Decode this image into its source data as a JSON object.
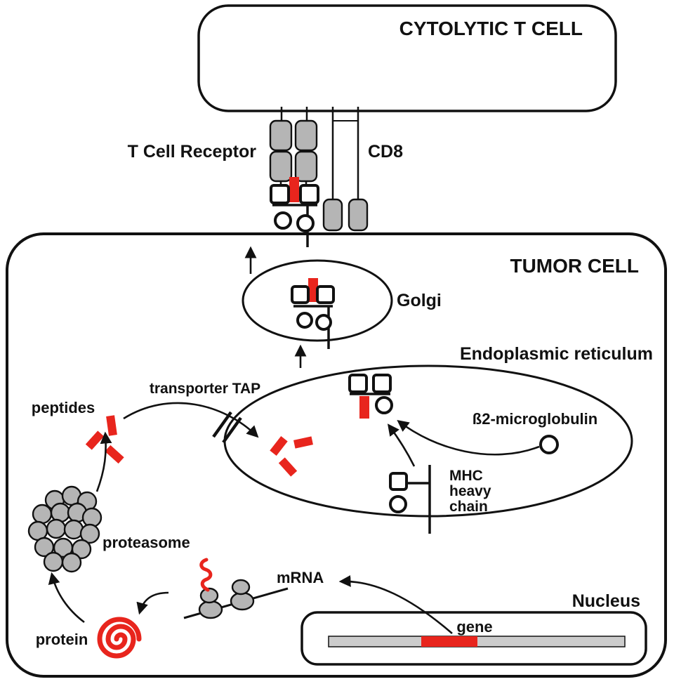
{
  "colors": {
    "red": "#e8251d",
    "gray": "#b5b5b5",
    "light_gray": "#cccccc",
    "ink": "#111111"
  },
  "labels": {
    "cytolytic_t_cell": "CYTOLYTIC T CELL",
    "t_cell_receptor": "T Cell Receptor",
    "cd8": "CD8",
    "tumor_cell": "TUMOR CELL",
    "golgi": "Golgi",
    "endoplasmic_reticulum": "Endoplasmic reticulum",
    "transporter_tap": "transporter TAP",
    "peptides": "peptides",
    "beta2_microglobulin": "ß2-microglobulin",
    "mhc_heavy_chain": [
      "MHC",
      "heavy",
      "chain"
    ],
    "proteasome": "proteasome",
    "mrna": "mRNA",
    "protein": "protein",
    "nucleus": "Nucleus",
    "gene": "gene"
  }
}
